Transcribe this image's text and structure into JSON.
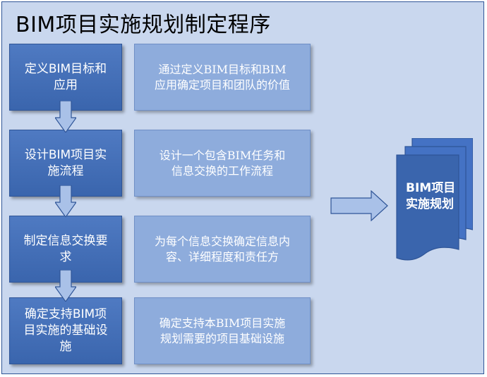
{
  "title": "BIM项目实施规划制定程序",
  "steps": [
    {
      "label": "定义BIM目标和应用",
      "description": "通过定义BIM目标和BIM应用确定项目和团队的价值"
    },
    {
      "label": "设计BIM项目实施流程",
      "description": "设计一个包含BIM任务和信息交换的工作流程"
    },
    {
      "label": "制定信息交换要求",
      "description": "为每个信息交换确定信息内容、详细程度和责任方"
    },
    {
      "label": "确定支持BIM项目实施的基础设施",
      "description": "确定支持本BIM项目实施规划需要的项目基础设施"
    }
  ],
  "output": {
    "label": "BIM项目实施规划"
  },
  "colors": {
    "background": "#c9d7ee",
    "step_fill": "#4472c4",
    "description_fill": "#8eacdc",
    "arrow_fill": "#a9c1e8",
    "border": "#2f5597"
  }
}
